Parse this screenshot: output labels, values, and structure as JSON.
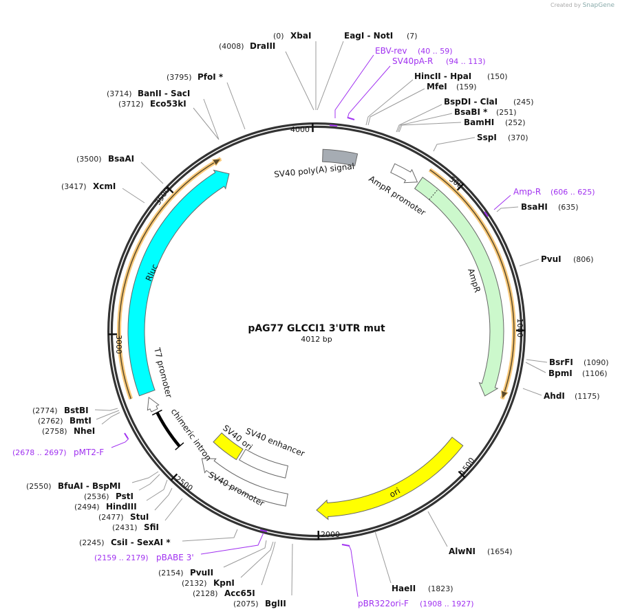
{
  "credit": {
    "prefix": "Created by",
    "brand": "SnapGene"
  },
  "plasmid": {
    "name": "pAG77 GLCCI1 3'UTR mut",
    "length": "4012 bp",
    "total_bp": 4012
  },
  "ticks": [
    "500",
    "1000",
    "1500",
    "2000",
    "2500",
    "3000",
    "3500",
    "4000"
  ],
  "features": [
    {
      "label": "SV40 poly(A) signal",
      "type": "polyA_signal",
      "color": "#A6ACB3"
    },
    {
      "label": "AmpR promoter",
      "type": "promoter",
      "color": "#FFFFFF"
    },
    {
      "label": "AmpR",
      "type": "CDS",
      "color": "#CCF8CC"
    },
    {
      "label": "ori",
      "type": "rep_origin",
      "color": "#FFFF00"
    },
    {
      "label": "SV40 enhancer",
      "type": "enhancer",
      "color": "#FFFFFF"
    },
    {
      "label": "SV40 ori",
      "type": "rep_origin",
      "color": "#FFFF00"
    },
    {
      "label": "SV40 promoter",
      "type": "promoter",
      "color": "#FFFFFF"
    },
    {
      "label": "chimeric intron",
      "type": "intron",
      "color": "#000000"
    },
    {
      "label": "T7 promoter",
      "type": "promoter",
      "color": "#FFFFFF"
    },
    {
      "label": "Rluc",
      "type": "CDS",
      "color": "#00FFFF"
    }
  ],
  "orf_color": "#F9C97A",
  "primer_color": "#A030F0",
  "enzymes": [
    {
      "pos": "(0)",
      "name": "XbaI"
    },
    {
      "pos": "(4008)",
      "name": "DraIII"
    },
    {
      "pos": "(3795)",
      "name": "PfoI *"
    },
    {
      "pos": "(3714)",
      "name": "BanII  - SacI"
    },
    {
      "pos": "(3712)",
      "name": "Eco53kI"
    },
    {
      "pos": "(3500)",
      "name": "BsaAI"
    },
    {
      "pos": "(3417)",
      "name": "XcmI"
    },
    {
      "pos": "(7)",
      "name": "EagI  - NotI"
    },
    {
      "pos": "(150)",
      "name": "HincII  - HpaI"
    },
    {
      "pos": "(159)",
      "name": "MfeI"
    },
    {
      "pos": "(245)",
      "name": "BspDI  - ClaI"
    },
    {
      "pos": "(251)",
      "name": "BsaBI *"
    },
    {
      "pos": "(252)",
      "name": "BamHI"
    },
    {
      "pos": "(370)",
      "name": "SspI"
    },
    {
      "pos": "(635)",
      "name": "BsaHI"
    },
    {
      "pos": "(806)",
      "name": "PvuI"
    },
    {
      "pos": "(1090)",
      "name": "BsrFI"
    },
    {
      "pos": "(1106)",
      "name": "BpmI"
    },
    {
      "pos": "(1175)",
      "name": "AhdI"
    },
    {
      "pos": "(1654)",
      "name": "AlwNI"
    },
    {
      "pos": "(1823)",
      "name": "HaeII"
    },
    {
      "pos": "(2774)",
      "name": "BstBI"
    },
    {
      "pos": "(2762)",
      "name": "BmtI"
    },
    {
      "pos": "(2758)",
      "name": "NheI"
    },
    {
      "pos": "(2550)",
      "name": "BfuAI  - BspMI"
    },
    {
      "pos": "(2536)",
      "name": "PstI"
    },
    {
      "pos": "(2494)",
      "name": "HindIII"
    },
    {
      "pos": "(2477)",
      "name": "StuI"
    },
    {
      "pos": "(2431)",
      "name": "SfiI"
    },
    {
      "pos": "(2245)",
      "name": "CsiI  - SexAI *"
    },
    {
      "pos": "(2154)",
      "name": "PvuII"
    },
    {
      "pos": "(2132)",
      "name": "KpnI"
    },
    {
      "pos": "(2128)",
      "name": "Acc65I"
    },
    {
      "pos": "(2075)",
      "name": "BglII"
    }
  ],
  "primers": [
    {
      "name": "EBV-rev",
      "range": "(40 .. 59)"
    },
    {
      "name": "SV40pA-R",
      "range": "(94 .. 113)"
    },
    {
      "name": "Amp-R",
      "range": "(606 .. 625)"
    },
    {
      "name": "pBR322ori-F",
      "range": "(1908 .. 1927)"
    },
    {
      "name": "pMT2-F",
      "range": "(2678 .. 2697)"
    },
    {
      "name": "pBABE 3'",
      "range": "(2159 .. 2179)"
    }
  ]
}
